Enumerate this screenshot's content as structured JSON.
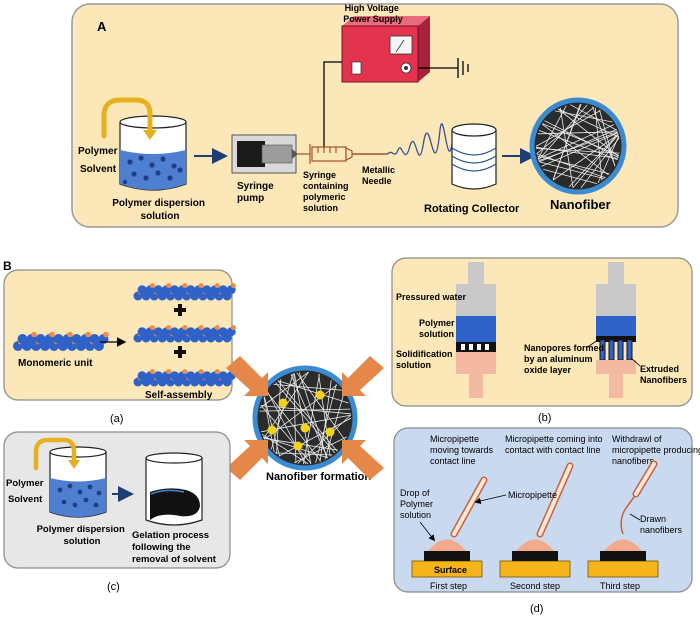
{
  "panel_a": {
    "letter": "A",
    "hv_supply": [
      "High Voltage",
      "Power Supply"
    ],
    "polymer": "Polymer",
    "solvent": "Solvent",
    "dispersion": [
      "Polymer dispersion",
      "solution"
    ],
    "syringe_pump": [
      "Syringe",
      "pump"
    ],
    "syringe_label": [
      "Syringe",
      "containing",
      "polymeric",
      "solution"
    ],
    "needle": [
      "Metallic",
      "Needle"
    ],
    "collector": "Rotating Collector",
    "nanofiber": "Nanofiber"
  },
  "panel_b": {
    "letter": "B",
    "monomeric": "Monomeric unit",
    "self_assembly": "Self-assembly",
    "caption_a": "(a)"
  },
  "panel_b_template": {
    "pressured_water": "Pressured water",
    "polymer_solution": [
      "Polymer",
      "solution"
    ],
    "solidification": [
      "Solidification",
      "solution"
    ],
    "nanopores": [
      "Nanopores formed",
      "by an aluminum",
      "oxide layer"
    ],
    "extruded": [
      "Extruded",
      "Nanofibers"
    ],
    "caption_b": "(b)"
  },
  "center": {
    "label": "Nanofiber formation"
  },
  "panel_c": {
    "polymer": "Polymer",
    "solvent": "Solvent",
    "dispersion": [
      "Polymer dispersion",
      "solution"
    ],
    "gelation": [
      "Gelation process",
      "following the",
      "removal of solvent"
    ],
    "caption_c": "(c)"
  },
  "panel_d": {
    "step1_top": [
      "Micropipette",
      "moving towards",
      "contact line"
    ],
    "step2_top": [
      "Micropipette coming into",
      "contact with contact line"
    ],
    "step3_top": [
      "Withdrawl of",
      "micropipette producing",
      "nanofibers"
    ],
    "micropipette": "Micropipette",
    "drop": [
      "Drop of",
      "Polymer",
      "solution"
    ],
    "drawn": [
      "Drawn",
      "nanofibers"
    ],
    "surface": "Surface",
    "first": "First step",
    "second": "Second step",
    "third": "Third step",
    "caption_d": "(d)"
  },
  "colors": {
    "panel_bg": "#fbe7b8",
    "gray_bg": "#e7e7e7",
    "blue_bg": "#c9d9ef",
    "solution_blue": "#4f7fd0",
    "dot_dark": "#1f3f86",
    "power_red": "#e3334e",
    "surface_yellow": "#f4b41a",
    "drop_pink": "#f2a98c",
    "arrow_orange": "#e58748",
    "navy": "#1e3d74"
  }
}
